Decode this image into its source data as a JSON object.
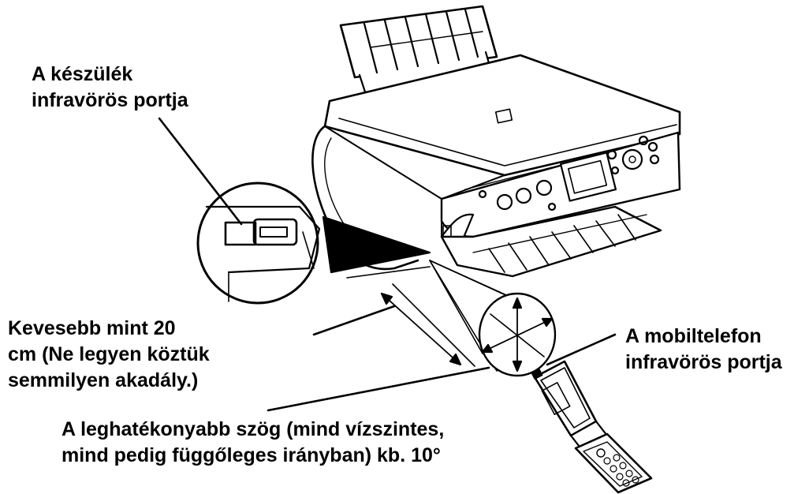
{
  "labels": {
    "device_port": [
      "A készülék",
      "infravörös portja"
    ],
    "distance": [
      "Kevesebb mint 20",
      "cm (Ne legyen köztük",
      "semmilyen akadály.)"
    ],
    "phone_port": [
      "A mobiltelefon",
      "infravörös portja"
    ],
    "angle": [
      "A leghatékonyabb szög (mind vízszintes,",
      "mind pedig függőleges irányban) kb. 10°"
    ]
  },
  "colors": {
    "ink": "#000000",
    "paper": "#ffffff"
  }
}
